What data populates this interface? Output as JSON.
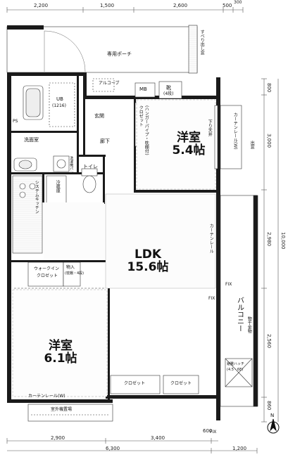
{
  "dimensions": {
    "top": [
      "2,200",
      "1,500",
      "2,600",
      "500",
      "300"
    ],
    "bottom_row1": [
      "2,900",
      "3,400",
      "600"
    ],
    "bottom_row2": [
      "6,300",
      "1,200"
    ],
    "right": [
      "800",
      "3,000",
      "2,980",
      "10,000",
      "2,560",
      "860"
    ]
  },
  "rooms": {
    "western1": {
      "name": "洋室",
      "size": "5.4帖"
    },
    "western2": {
      "name": "洋室",
      "size": "6.1帖"
    },
    "ldk": {
      "name": "LDK",
      "size": "15.6帖"
    }
  },
  "labels": {
    "porch": "専用ポーチ",
    "entrance": "玄関",
    "hall": "廊下",
    "toilet": "トイレ",
    "washroom": "洗面室",
    "ub": "UB",
    "ub_size": "(1216)",
    "alcove": "アルコーブ",
    "mb": "MB",
    "shoe": "靴",
    "shoe_sub": "(4段)",
    "closet_upper": "クロゼット",
    "closet_upper_sub": "(ハンガーパイプ・枕棚付)",
    "walkin1": "ウォークイン",
    "walkin2": "クロゼット",
    "storage": "物入",
    "storage_sub": "(枕棚・4段)",
    "closet_a": "クロゼット",
    "closet_b": "クロゼット",
    "balcony": "バルコニー",
    "evac": "避難ハッチ",
    "evac_sub": "(4.5・6E)",
    "aircon": "室外機置場",
    "curtain_rail_w": "カーテンレール(W)",
    "curtain_rail": "カーテンレール",
    "fix": "FIX",
    "hanging_wall": "下り天井",
    "bay": "出窓",
    "system_kitchen": "システムキッチン",
    "laundry_pan": "洗濯機パン",
    "refrigerator": "冷蔵庫",
    "drying_hardware": "物干金物",
    "pipe_space": "PS",
    "window_note": "すべり出し窓",
    "north_label": "N"
  },
  "colors": {
    "wall": "#1a1a1a",
    "floor": "#f2f2f2",
    "line": "#333333"
  }
}
